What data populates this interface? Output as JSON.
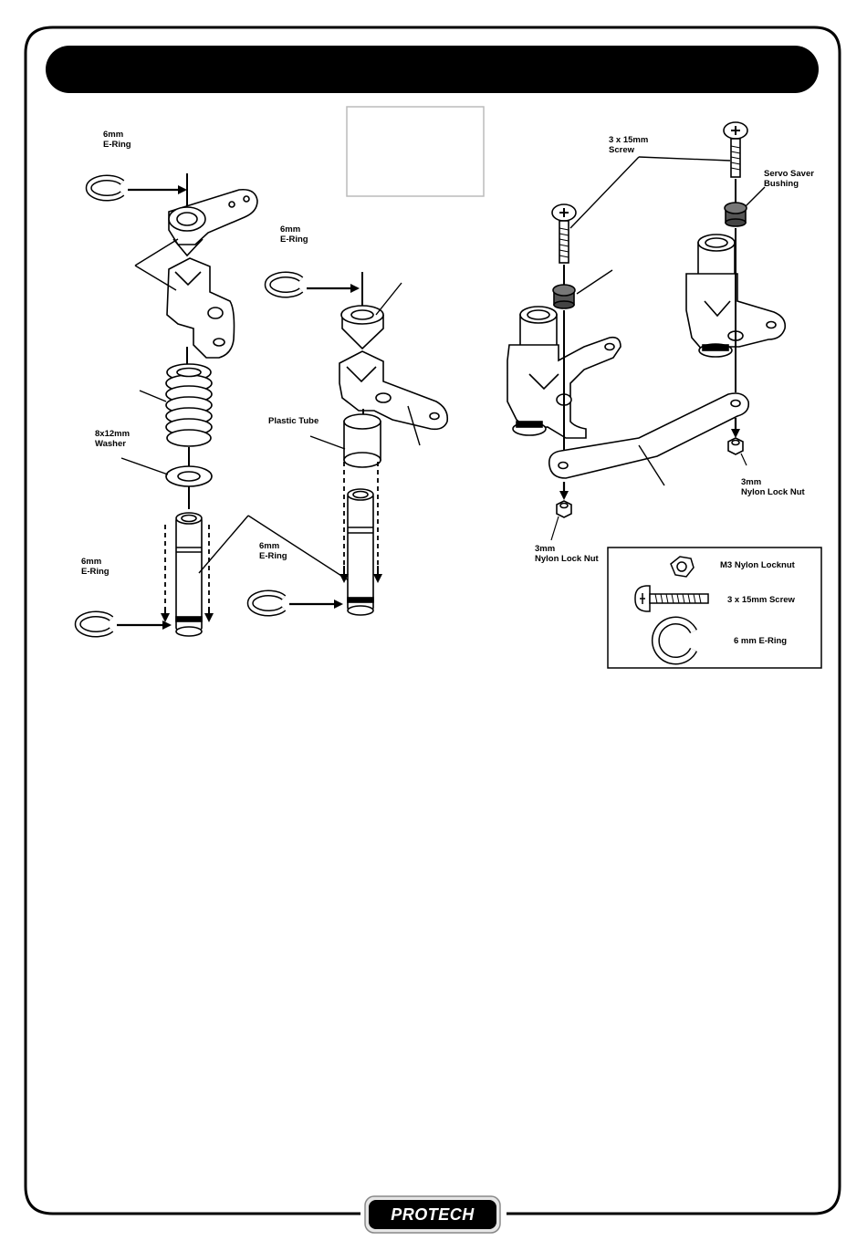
{
  "header": {
    "title": ""
  },
  "labels": {
    "eRingTopLeft": "6mm\nE-Ring",
    "eRingMid": "6mm\nE-Ring",
    "washer": "8x12mm\nWasher",
    "eRingBottomLeft": "6mm\nE-Ring",
    "plasticTube": "Plastic Tube",
    "eRingBottomMid": "6mm\nE-Ring",
    "screwTop": "3 x 15mm\nScrew",
    "servoSaverBushing": "Servo Saver\nBushing",
    "nutRight": "3mm\nNylon Lock Nut",
    "nutLeft": "3mm\nNylon Lock Nut"
  },
  "legend": {
    "items": [
      {
        "icon": "hex-nut-icon",
        "label": "M3 Nylon Locknut"
      },
      {
        "icon": "screw-icon",
        "label": "3 x 15mm Screw"
      },
      {
        "icon": "e-ring-icon",
        "label": "6 mm E-Ring"
      }
    ]
  },
  "footer": {
    "brand": "PROTECH"
  },
  "colors": {
    "frame": "#000000",
    "background": "#ffffff",
    "part_fill": "#ffffff",
    "bushing": "#555555"
  }
}
